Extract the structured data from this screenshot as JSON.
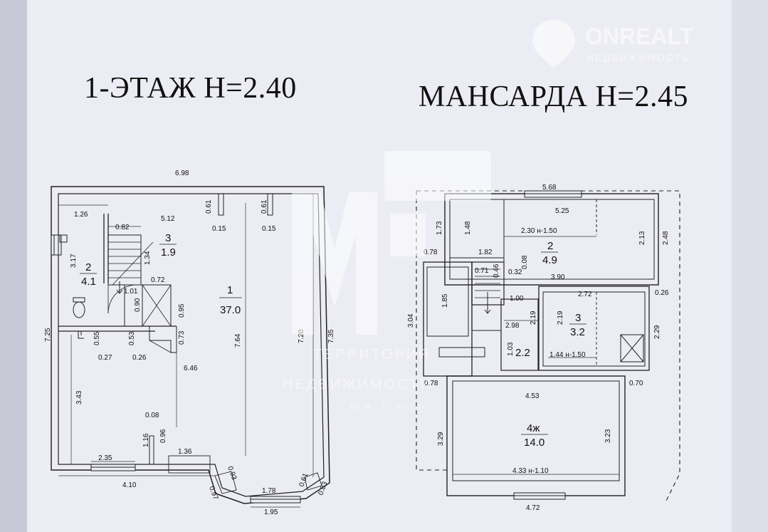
{
  "titles": {
    "floor1": "1-ЭТАЖ  Н=2.40",
    "attic": "МАНСАРДА  Н=2.45"
  },
  "watermark": {
    "brand": "ONREALT",
    "brand_sub": "НЕДВИЖИМОСТЬ",
    "center_line1": "ТЕРРИТОРИЯ",
    "center_line2": "НЕДВИЖИМОСТИ",
    "center_line3": "by м...і...ні...от"
  },
  "floor1": {
    "rooms": [
      {
        "num": "1",
        "area": "37.0"
      },
      {
        "num": "2",
        "area": "4.1"
      },
      {
        "num": "3",
        "area": "1.9"
      }
    ],
    "dims": {
      "top": "6.98",
      "d126": "1.26",
      "d512": "5.12",
      "d061a": "0.61",
      "d061b": "0.61",
      "d015a": "0.15",
      "d015b": "0.15",
      "d082": "0.82",
      "d134": "1.34",
      "d317": "3.17",
      "d072": "0.72",
      "d101": "1.01",
      "d090": "0.90",
      "d095": "0.95",
      "d725": "7.25",
      "d055": "0.55",
      "d053": "0.53",
      "d073": "0.73",
      "d764": "7.64",
      "d720": "7.20",
      "d735": "7.35",
      "d027": "0.27",
      "d026": "0.26",
      "d646": "6.46",
      "d343": "3.43",
      "d008": "0.08",
      "d116": "1.16",
      "d096": "0.96",
      "d136": "1.36",
      "d235": "2.35",
      "d093": "0.93",
      "d061c": "0.61",
      "d410": "4.10",
      "d178": "1.78",
      "d097": "0.97",
      "d083": "0.83",
      "d195": "1.95"
    }
  },
  "attic": {
    "rooms": [
      {
        "num": "2",
        "area": "4.9"
      },
      {
        "num": "3",
        "area": "3.2"
      },
      {
        "num": "4ж",
        "area": "14.0"
      },
      {
        "num": "",
        "area": "2.2"
      }
    ],
    "dims": {
      "d568": "5.68",
      "d525": "5.25",
      "d173": "1.73",
      "d148": "1.48",
      "d230": "2.30 н-1.50",
      "d213": "2.13",
      "d248": "2.48",
      "d078a": "0.78",
      "d182": "1.82",
      "d008": "0.08",
      "d071": "0.71",
      "d046": "0.46",
      "d032": "0.32",
      "d390": "3.90",
      "d185": "1.85",
      "d100": "1.00",
      "d272": "2.72",
      "d026": "0.26",
      "d304": "3.04",
      "d219a": "2.19",
      "d219b": "2.19",
      "d298": "2.98",
      "d229": "2.29",
      "d103": "1.03",
      "d144": "1.44 н-1.50",
      "d078b": "0.78",
      "d070": "0.70",
      "d453": "4.53",
      "d329": "3.29",
      "d323": "3.23",
      "d433": "4.33 н-1.10",
      "d472": "4.72"
    }
  }
}
